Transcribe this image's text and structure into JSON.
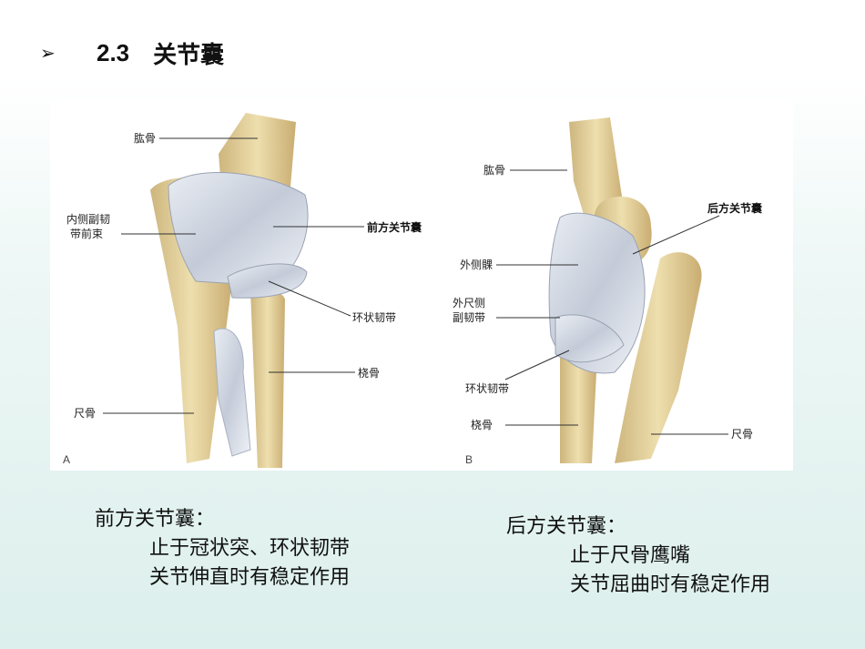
{
  "title": {
    "bullet": "➢",
    "number": "2.3",
    "text": "关节囊"
  },
  "figure": {
    "panel_a": {
      "letter": "A",
      "labels": {
        "humerus": "肱骨",
        "medial_lig_1": "内侧副韧",
        "medial_lig_2": "带前束",
        "anterior_capsule": "前方关节囊",
        "annular_lig": "环状韧带",
        "radius": "桡骨",
        "ulna": "尺骨"
      }
    },
    "panel_b": {
      "letter": "B",
      "labels": {
        "humerus": "肱骨",
        "posterior_capsule": "后方关节囊",
        "lateral_epicondyle": "外侧髁",
        "lateral_ulnar_lig_1": "外尺侧",
        "lateral_ulnar_lig_2": "副韧带",
        "annular_lig": "环状韧带",
        "radius": "桡骨",
        "ulna": "尺骨"
      }
    }
  },
  "caption_left": {
    "heading": "前方关节囊：",
    "line1": "止于冠状突、环状韧带",
    "line2": "关节伸直时有稳定作用"
  },
  "caption_right": {
    "heading": "后方关节囊：",
    "line1": "止于尺骨鹰嘴",
    "line2": "关节屈曲时有稳定作用"
  }
}
